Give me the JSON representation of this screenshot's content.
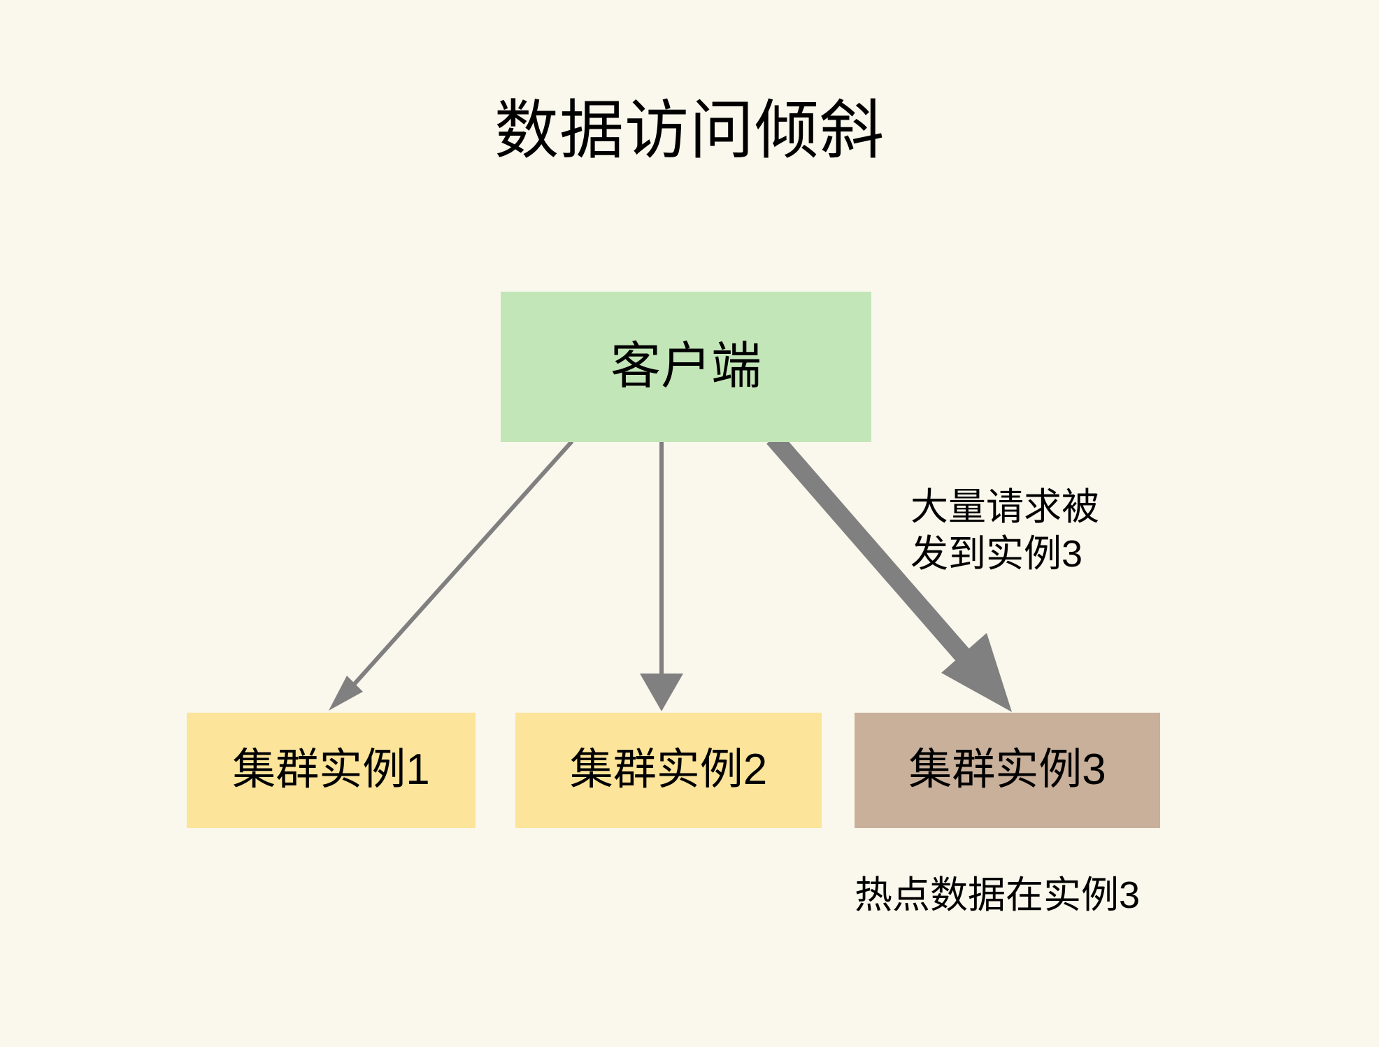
{
  "diagram": {
    "title": "数据访问倾斜",
    "background_color": "#faf8ec",
    "nodes": [
      {
        "id": "client",
        "label": "客户端",
        "color": "#c3e6b8",
        "role": "source"
      },
      {
        "id": "instance-1",
        "label": "集群实例1",
        "color": "#fce49a",
        "role": "target"
      },
      {
        "id": "instance-2",
        "label": "集群实例2",
        "color": "#fce49a",
        "role": "target"
      },
      {
        "id": "instance-3",
        "label": "集群实例3",
        "color": "#c9b09b",
        "role": "hotspot-target"
      }
    ],
    "edges": [
      {
        "id": "edge-client-to-instance-1",
        "from": "client",
        "to": "instance-1",
        "weight": "thin",
        "color": "#808080"
      },
      {
        "id": "edge-client-to-instance-2",
        "from": "client",
        "to": "instance-2",
        "weight": "thin",
        "color": "#808080"
      },
      {
        "id": "edge-client-to-instance-3",
        "from": "client",
        "to": "instance-3",
        "weight": "thick",
        "color": "#808080"
      }
    ],
    "annotations": [
      {
        "id": "heavy-traffic",
        "text": "大量请求被\n发到实例3",
        "attached_to": "edge-client-to-instance-3"
      },
      {
        "id": "hotspot",
        "text": "热点数据在实例3",
        "attached_to": "instance-3"
      }
    ]
  }
}
